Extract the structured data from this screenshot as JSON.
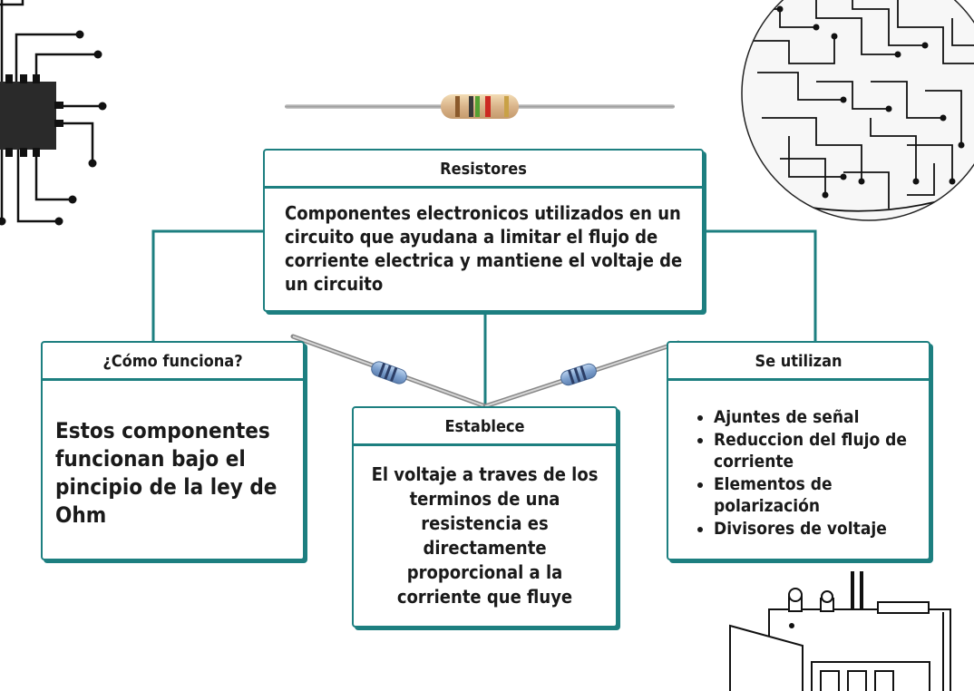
{
  "diagram": {
    "main": {
      "title": "Resistores",
      "text": "Componentes electronicos utilizados en un circuito que ayudana a limitar el flujo de corriente electrica y mantiene el voltaje de un circuito"
    },
    "how": {
      "title": "¿Cómo funciona?",
      "text": "Estos componentes funcionan bajo el pincipio de la ley de Ohm"
    },
    "establishes": {
      "title": "Establece",
      "text": "El voltaje a traves de los terminos de una resistencia es directamente proporcional a la corriente que fluye"
    },
    "uses": {
      "title": "Se utilizan",
      "items": [
        "Ajuntes de señal",
        "Reduccion del flujo de corriente",
        "Elementos de polarización",
        "Divisores de voltaje"
      ]
    }
  },
  "colors": {
    "accent": "#1d7f80",
    "text": "#1a1a1a",
    "background": "#ffffff"
  },
  "icons": [
    "microchip-icon",
    "resistor-icon",
    "circuit-globe-icon",
    "electrical-panel-icon"
  ]
}
